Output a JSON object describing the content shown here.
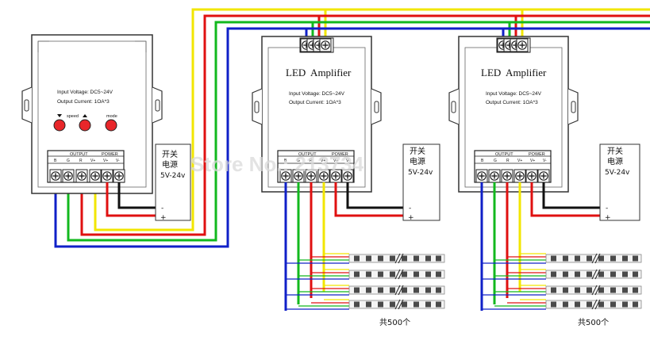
{
  "colors": {
    "wire_yellow": "#f2e600",
    "wire_red": "#e01010",
    "wire_green": "#12b81e",
    "wire_blue": "#1020c8",
    "wire_black": "#111111",
    "button_red": "#e8262a",
    "led_chip": "#4a4a4a",
    "watermark": "#d9d9d9"
  },
  "controller": {
    "input_voltage": "Input Voltage: DC5~24V",
    "output_current": "Output Current: 1OA*3",
    "buttons": [
      "speed",
      "mode"
    ],
    "output_header": "OUTPUT",
    "power_header": "POWER",
    "pins": [
      "B",
      "G",
      "R",
      "V+",
      "V+",
      "V-"
    ]
  },
  "amplifier_1": {
    "title": "LED  Amplifier",
    "input_voltage": "Input Voltage: DC5~24V",
    "output_current": "Output Current: 1OA*3",
    "output_header": "OUTPUT",
    "power_header": "POWER",
    "pins": [
      "B",
      "G",
      "R",
      "V+",
      "V+",
      "V-"
    ]
  },
  "amplifier_2": {
    "title": "LED  Amplifier",
    "input_voltage": "Input Voltage: DC5~24V",
    "output_current": "Output Current: 1OA*3",
    "output_header": "OUTPUT",
    "power_header": "POWER",
    "pins": [
      "B",
      "G",
      "R",
      "V+",
      "V+",
      "V-"
    ]
  },
  "power_supply": {
    "line1": "开关",
    "line2": "电源",
    "line3": "5V-24v",
    "minus": "-",
    "plus": "+"
  },
  "strip_label": "共500个",
  "watermark": "Store No.: 213734"
}
